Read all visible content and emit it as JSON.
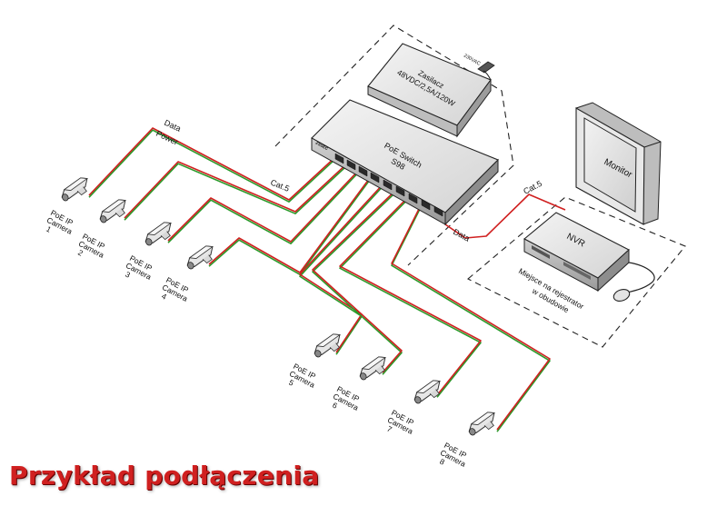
{
  "psu": {
    "line1": "Zasilacz",
    "line2": "48VDC/2,5A/120W",
    "plug": "230VAC"
  },
  "switch": {
    "line1": "PoE Switch",
    "line2": "S98",
    "brand": "ZSSEC"
  },
  "monitor": {
    "label": "Monitor"
  },
  "nvr": {
    "label": "NVR",
    "area_line1": "Miejsce na rejestrator",
    "area_line2": "w obudowie"
  },
  "cables": {
    "data": "Data",
    "power": "Power",
    "cat5_left": "Cat.5",
    "cat5_right": "Cat.5",
    "data_nvr": "Data"
  },
  "cameras": [
    {
      "l1": "PoE IP",
      "l2": "Camera",
      "num": "1"
    },
    {
      "l1": "PoE IP",
      "l2": "Camera",
      "num": "2"
    },
    {
      "l1": "PoE IP",
      "l2": "Camera",
      "num": "3"
    },
    {
      "l1": "PoE IP",
      "l2": "Camera",
      "num": "4"
    },
    {
      "l1": "PoE IP",
      "l2": "Camera",
      "num": "5"
    },
    {
      "l1": "PoE IP",
      "l2": "Camera",
      "num": "6"
    },
    {
      "l1": "PoE IP",
      "l2": "Camera",
      "num": "7"
    },
    {
      "l1": "PoE IP",
      "l2": "Camera",
      "num": "8"
    }
  ],
  "caption": "Przykład podłączenia",
  "colors": {
    "data_wire": "#d02020",
    "power_wire": "#2a9a2a",
    "caption": "#d02020"
  }
}
